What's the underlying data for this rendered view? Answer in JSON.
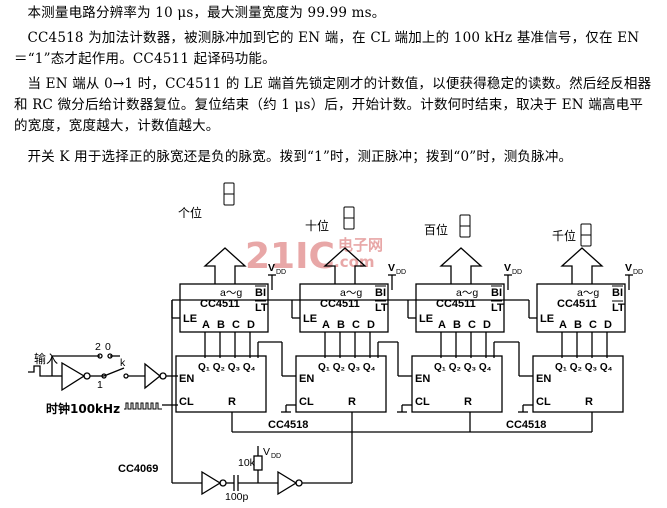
{
  "text": {
    "p1": "   本测量电路分辨率为 10 μs，最大测量宽度为 99.99 ms。",
    "p2": "   CC4518 为加法计数器，被测脉冲加到它的 EN 端，在 CL 端加上的 100 kHz 基准信号，仅在 EN＝“1”态才起作用。CC4511 起译码功能。",
    "p3": "   当 EN 端从 0→1 时，CC4511 的 LE 端首先锁定刚才的计数值，以便获得稳定的读数。然后经反相器和 RC 微分后给计数器复位。复位结束（约 1 μs）后，开始计数。计数何时结束，取决于 EN 端高电平的宽度，宽度越大，计数值越大。",
    "p4": "   开关 K 用于选择正的脉宽还是负的脉宽。拨到“1”时，测正脉冲；拨到“0”时，测负脉冲。"
  },
  "diagram": {
    "digits": [
      "个位",
      "十位",
      "百位",
      "千位"
    ],
    "decoder": "CC4511",
    "decoder_top": "a～g",
    "vdd": "V",
    "vdd_sub": "DD",
    "bi": "BI",
    "lt": "LT",
    "le": "LE",
    "abcd": [
      "A",
      "B",
      "C",
      "D"
    ],
    "counter_en": "EN",
    "counter_q": "Q₁ Q₂ Q₃ Q₄",
    "counter_cl": "CL",
    "counter_r": "R",
    "counter_label_1": "CC4518",
    "counter_label_2": "CC4518",
    "input_label": "输入",
    "switch_2": "2",
    "switch_0": "0",
    "switch_k": "k",
    "switch_1": "1",
    "clock_label": "时钟100kHz",
    "inverter_label": "CC4069",
    "r_label": "10k",
    "c_label": "100p",
    "watermark_main": "21IC",
    "watermark_cn": "电子网",
    "watermark_com": ".com"
  }
}
